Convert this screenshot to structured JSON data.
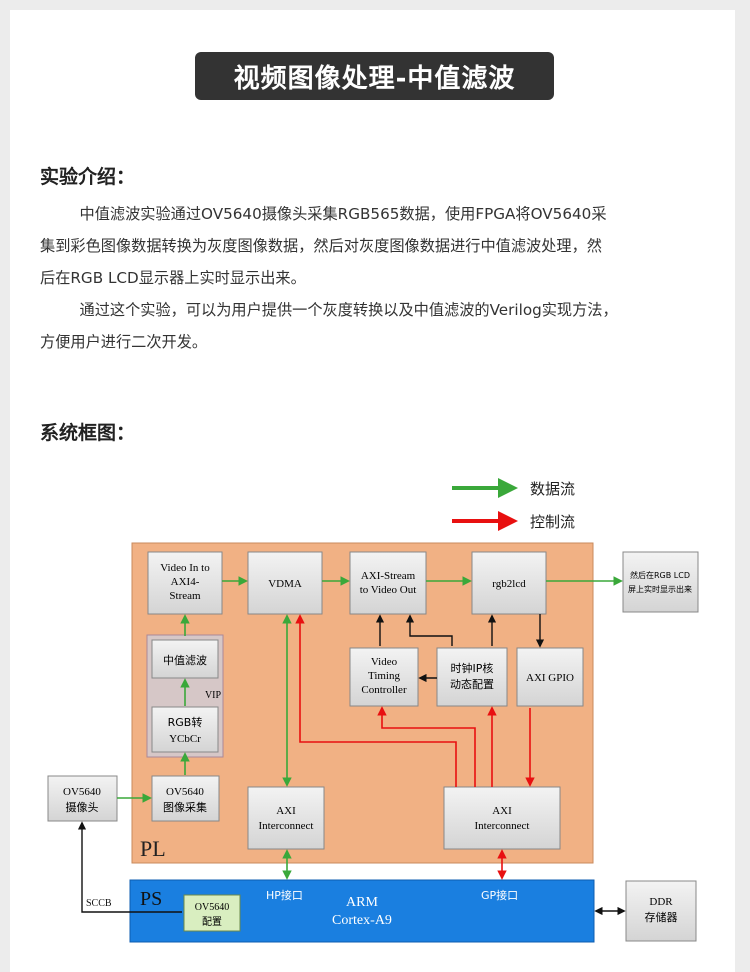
{
  "title": "视频图像处理-中值滤波",
  "intro": {
    "heading": "实验介绍：",
    "p1_lines": [
      "中值滤波实验通过OV5640摄像头采集RGB565数据，使用FPGA将OV5640采",
      "集到彩色图像数据转换为灰度图像数据，然后对灰度图像数据进行中值滤波处理，然",
      "后在RGB LCD显示器上实时显示出来。"
    ],
    "p2_lines": [
      "通过这个实验，可以为用户提供一个灰度转换以及中值滤波的Verilog实现方法，",
      "方便用户进行二次开发。"
    ]
  },
  "diagram_heading": "系统框图：",
  "diagram": {
    "legend": {
      "data_flow": "数据流",
      "control_flow": "控制流"
    },
    "colors": {
      "data": "#3aa83a",
      "control": "#e81010",
      "pl_bg": "#f1b184",
      "ps_bg": "#1a7fe0",
      "block": "#e4e4e4",
      "config_block": "#d9eec0"
    },
    "blocks": {
      "video_in": [
        "Video In to",
        "AXI4-",
        "Stream"
      ],
      "vdma": [
        "VDMA"
      ],
      "axi_stream_out": [
        "AXI-Stream",
        "to Video Out"
      ],
      "rgb2lcd": [
        "rgb2lcd"
      ],
      "lcd_out": [
        "然后在RGB LCD",
        "屏上实时显示出来"
      ],
      "median": [
        "中值滤波"
      ],
      "vip": "VIP",
      "rgb2ycbcr": [
        "RGB转",
        "YCbCr"
      ],
      "vtc": [
        "Video",
        "Timing",
        "Controller"
      ],
      "clk_cfg": [
        "时钟IP核",
        "动态配置"
      ],
      "axi_gpio": [
        "AXI GPIO"
      ],
      "camera": [
        "OV5640",
        "摄像头"
      ],
      "capture": [
        "OV5640",
        "图像采集"
      ],
      "axi_ic_left": [
        "AXI",
        "Interconnect"
      ],
      "axi_ic_right": [
        "AXI",
        "Interconnect"
      ],
      "pl_label": "PL",
      "ps_label": "PS",
      "ov_cfg": [
        "OV5640",
        "配置"
      ],
      "arm": [
        "ARM",
        "Cortex-A9"
      ],
      "hp_port": "HP接口",
      "gp_port": "GP接口",
      "sccb": "SCCB",
      "ddr": [
        "DDR",
        "存储器"
      ]
    }
  }
}
